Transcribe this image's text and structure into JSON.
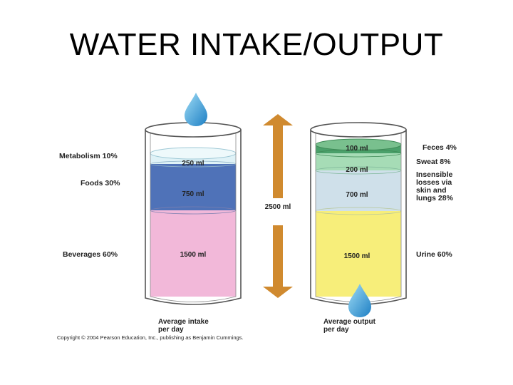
{
  "title": "WATER INTAKE/OUTPUT",
  "intake": {
    "labels": [
      "Metabolism 10%",
      "Foods 30%",
      "Beverages 60%"
    ],
    "segments": [
      "250 ml",
      "750 ml",
      "1500 ml"
    ],
    "fractions": [
      0.1,
      0.3,
      0.6
    ],
    "colors": [
      "#dff2f7",
      "#4f72b8",
      "#f2b8d9"
    ],
    "caption_line1": "Average intake",
    "caption_line2": "per day"
  },
  "output": {
    "labels": [
      "Feces 4%",
      "Sweat 8%",
      "Insensible",
      "losses via",
      "skin and",
      "lungs 28%",
      "Urine 60%"
    ],
    "segments": [
      "100 ml",
      "200 ml",
      "700 ml",
      "1500 ml"
    ],
    "fractions": [
      0.04,
      0.08,
      0.28,
      0.6
    ],
    "colors": [
      "#4aa06a",
      "#a6dcb6",
      "#cfe0ea",
      "#f7ee7a"
    ],
    "caption_line1": "Average output",
    "caption_line2": "per day"
  },
  "total": "2500 ml",
  "colors": {
    "arrow": "#d08a2f",
    "drop": "#3d9fd8"
  },
  "icons": [
    "water-drop-icon",
    "double-arrow-icon"
  ],
  "copyright": "Copyright © 2004 Pearson Education, Inc., publishing as Benjamin Cummings."
}
